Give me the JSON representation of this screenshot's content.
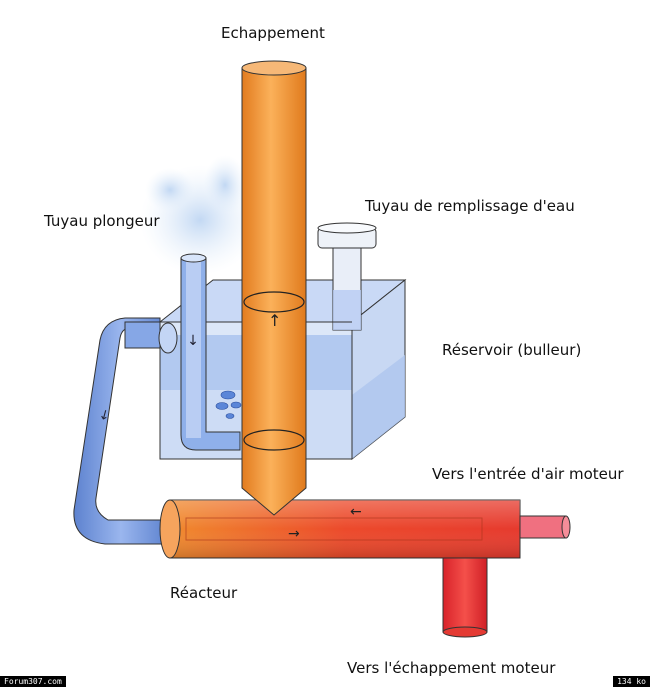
{
  "labels": {
    "echappement": "Echappement",
    "tuyau_plongeur": "Tuyau plongeur",
    "tuyau_remplissage": "Tuyau de remplissage d'eau",
    "reservoir": "Réservoir (bulleur)",
    "vers_entree_air": "Vers l'entrée d'air moteur",
    "reacteur": "Réacteur",
    "vers_echappement": "Vers l'échappement moteur"
  },
  "footer": {
    "source": "Forum307.com",
    "size": "134 ko"
  },
  "colors": {
    "exhaust_pipe": "#f39a3a",
    "reactor": "#e8452f",
    "return_pipe": "#7a9ee0",
    "reservoir_water": "#aac4f0",
    "engine_exhaust_pipe": "#e8302c"
  }
}
